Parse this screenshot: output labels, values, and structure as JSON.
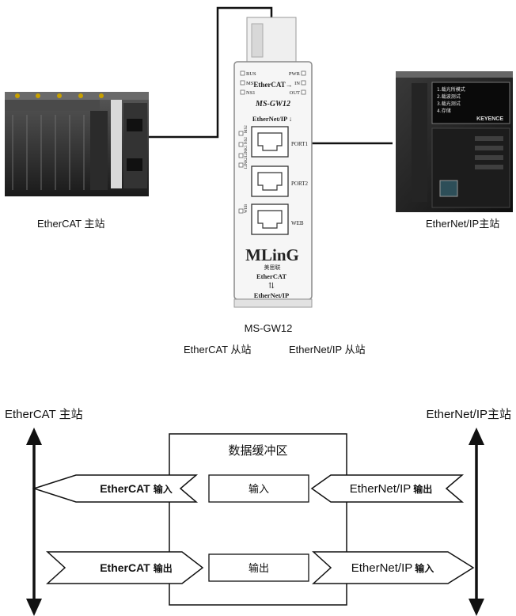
{
  "top": {
    "ethercat_master_label": "EtherCAT 主站",
    "ethernetip_master_label": "EtherNet/IP主站",
    "device_model": "MS-GW12",
    "ethercat_slave_label": "EtherCAT 从站",
    "ethernetip_slave_label": "EtherNet/IP 从站",
    "device": {
      "led_bus": "BUS",
      "led_ms1": "MS1",
      "led_ns1": "NS1",
      "led_pwr": "PWR",
      "led_in": "IN",
      "led_out": "OUT",
      "ethercat_arrow": "EtherCAT→",
      "model_italic": "MS-GW12",
      "ethernetip_arrow": "EtherNet/IP ↓",
      "port1": "PORT1",
      "port2": "PORT2",
      "web": "WEB",
      "side_led_1": "MS2",
      "side_led_2": "NS2",
      "side_led_3": "LINK1",
      "side_led_4": "LINK2",
      "side_led_5": "WEB",
      "brand_logo": "MLinG",
      "brand_cn": "美思联",
      "bottom_ethercat": "EtherCAT",
      "bottom_arrows": "⇅",
      "bottom_ethernetip": "EtherNet/IP"
    },
    "keyence_screen": [
      "1.载光所模式",
      "2.载波测试",
      "3.载光测试",
      "4.存储"
    ],
    "keyence_brand": "KEYENCE"
  },
  "bottom": {
    "left_title": "EtherCAT 主站",
    "right_title": "EtherNet/IP主站",
    "buffer_title": "数据缓冲区",
    "input_box": "输入",
    "output_box": "输出",
    "ecat_input_main": "EtherCAT",
    "ecat_input_sub": "输入",
    "ecat_output_main": "EtherCAT",
    "ecat_output_sub": "输出",
    "eip_output_main": "EtherNet/IP",
    "eip_output_sub": "输出",
    "eip_input_main": "EtherNet/IP",
    "eip_input_sub": "输入"
  }
}
